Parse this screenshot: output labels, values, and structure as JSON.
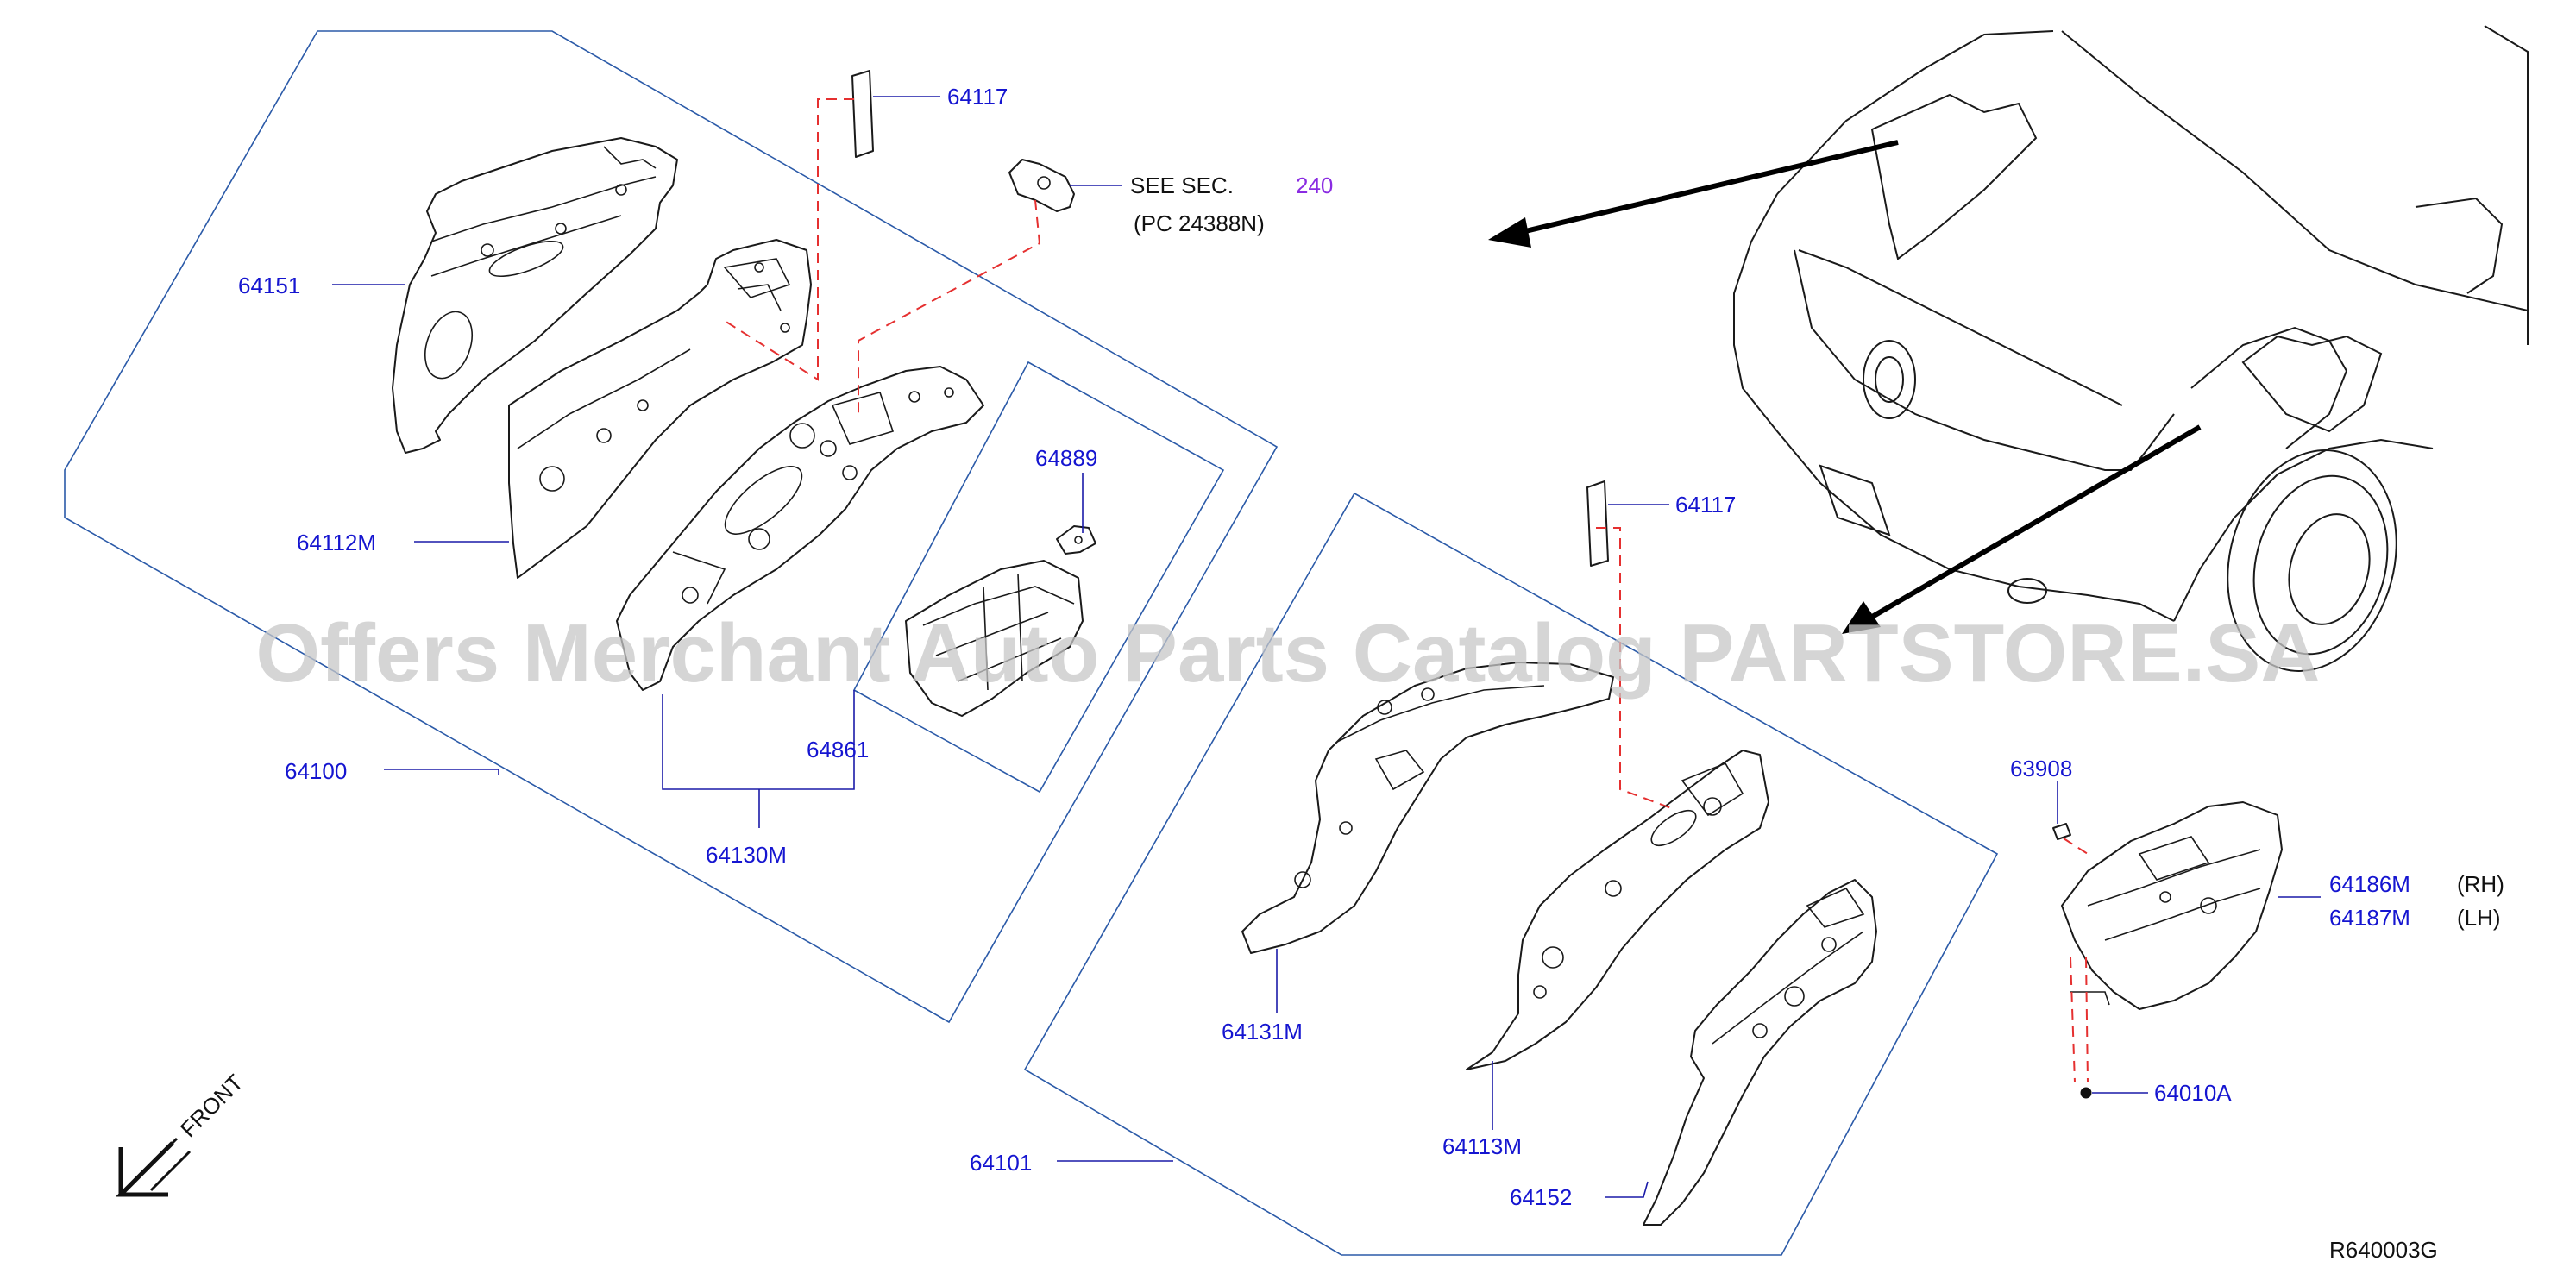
{
  "labels": {
    "p64117a": "64117",
    "see_sec": "SEE   SEC.",
    "sec_num": "240",
    "pc_ref": "(PC   24388N)",
    "p64151": "64151",
    "p64112m": "64112M",
    "p64889": "64889",
    "p64100": "64100",
    "p64861": "64861",
    "p64130m": "64130M",
    "p64117b": "64117",
    "p63908": "63908",
    "p64186m": "64186M",
    "rh": "(RH)",
    "p64187m": "64187M",
    "lh": "(LH)",
    "p64131m": "64131M",
    "p64010a": "64010A",
    "p64113m": "64113M",
    "p64101": "64101",
    "p64152": "64152",
    "front": "FRONT",
    "diagram_code": "R640003G"
  },
  "watermark": "Offers Merchant Auto Parts Catalog PARTSTORE.SA",
  "colors": {
    "part_number": "#1515d0",
    "section_link": "#8a2be2",
    "frame_line": "#2b5aa8",
    "dashed_link": "#e53030",
    "watermark": "#c8c8c8"
  }
}
